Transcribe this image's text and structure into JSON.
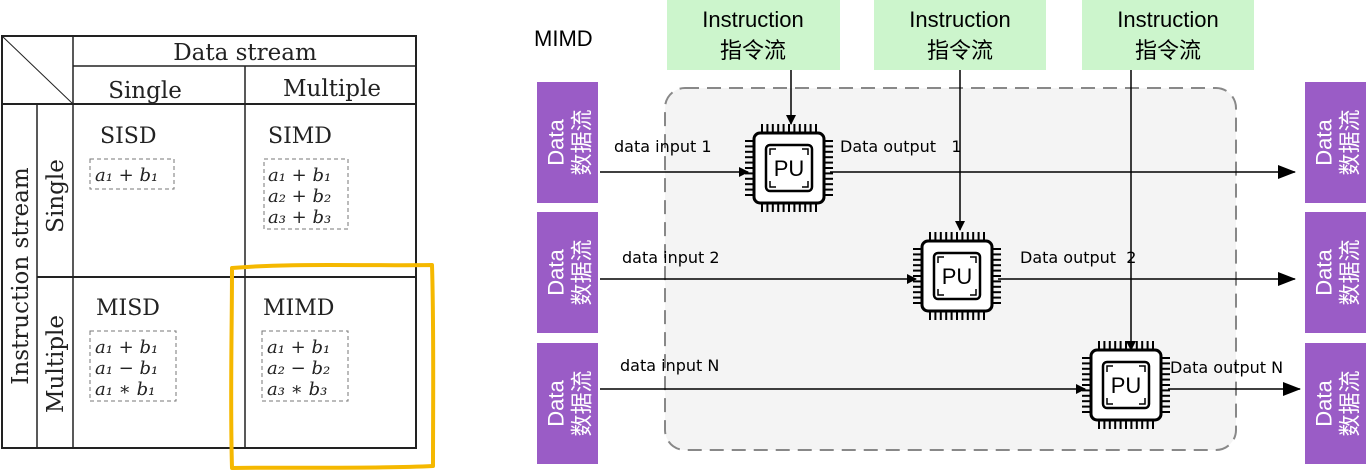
{
  "taxonomy_table": {
    "header": "Data stream",
    "data_single": "Single",
    "data_multiple": "Multiple",
    "instruction_stream": "Instruction stream",
    "row_single": "Single",
    "row_multiple": "Multiple",
    "cells": {
      "sisd": {
        "name": "SISD",
        "exprs": [
          "a₁ + b₁"
        ]
      },
      "simd": {
        "name": "SIMD",
        "exprs": [
          "a₁ + b₁",
          "a₂ + b₂",
          "a₃ + b₃"
        ]
      },
      "misd": {
        "name": "MISD",
        "exprs": [
          "a₁ + b₁",
          "a₁ − b₁",
          "a₁ ∗ b₁"
        ]
      },
      "mimd": {
        "name": "MIMD",
        "exprs": [
          "a₁ + b₁",
          "a₂ − b₂",
          "a₃ ∗ b₃"
        ]
      }
    },
    "highlight_color": "#F5B800"
  },
  "mimd_diagram": {
    "title": "MIMD",
    "instruction_en": "Instruction",
    "instruction_cn": "指令流",
    "data_en": "Data",
    "data_cn": "数据流",
    "pu_label": "PU",
    "inputs": [
      "data input 1",
      "data input 2",
      "data input N"
    ],
    "outputs": [
      "Data output   1",
      "Data output  2",
      "Data output N"
    ],
    "colors": {
      "instruction_box": "#CCF5CC",
      "data_box": "#9A5CC6",
      "region_fill": "#F4F4F4",
      "region_border": "#888888"
    }
  }
}
